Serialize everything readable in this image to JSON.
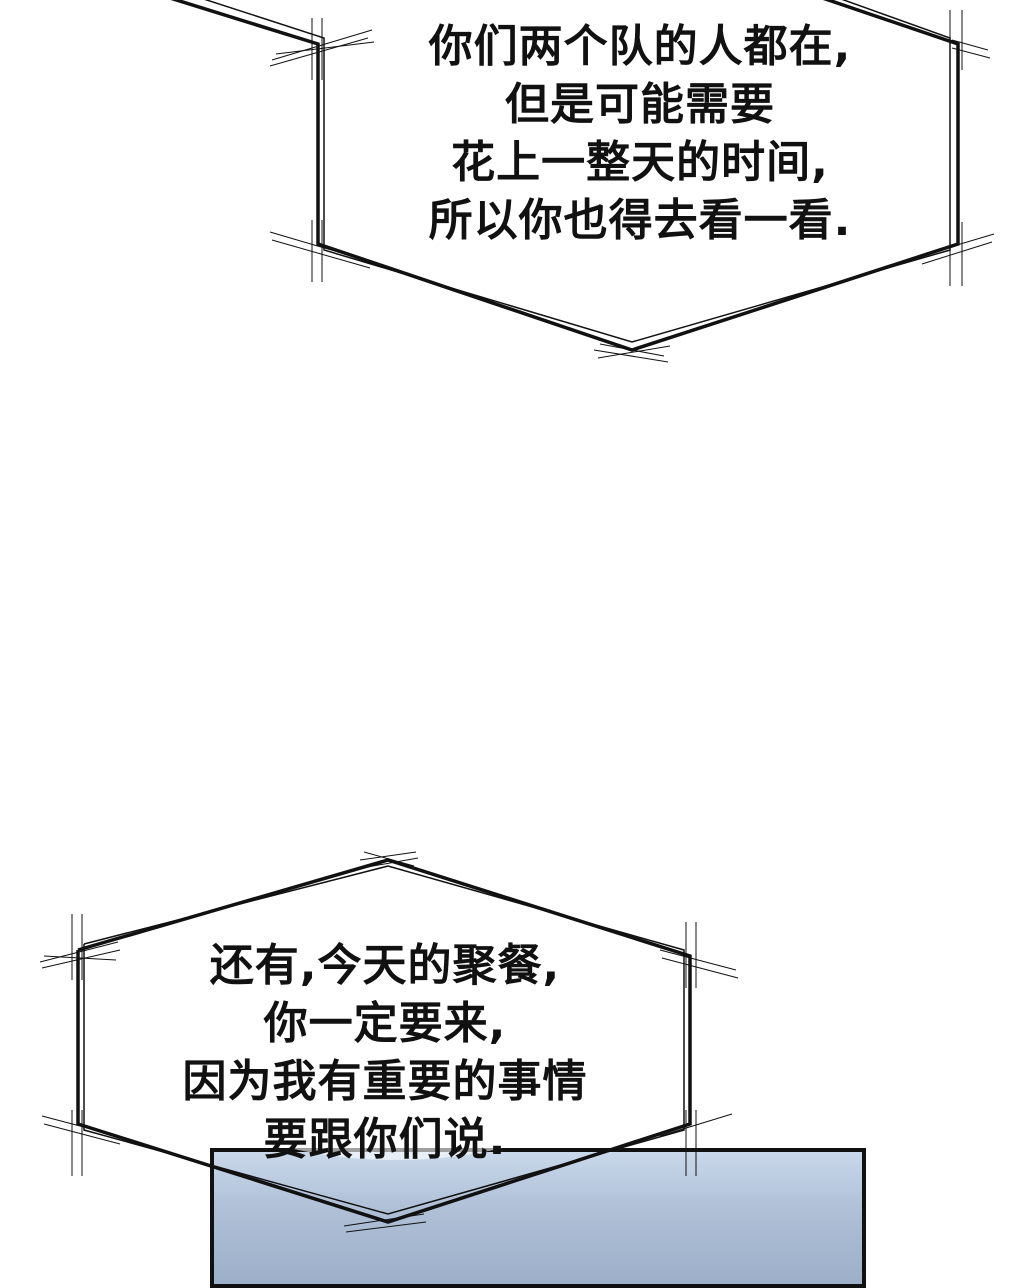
{
  "bubbles": [
    {
      "lines": [
        "你们两个队的人都在,",
        "但是可能需要",
        "花上一整天的时间,",
        "所以你也得去看一看."
      ]
    },
    {
      "lines": [
        "还有,今天的聚餐,",
        "你一定要来,",
        "因为我有重要的事情",
        "要跟你们说."
      ]
    }
  ],
  "colors": {
    "ink": "#111111",
    "panel_top": "#c9d8ea",
    "panel_bottom": "#9db0c9",
    "background": "#ffffff"
  }
}
